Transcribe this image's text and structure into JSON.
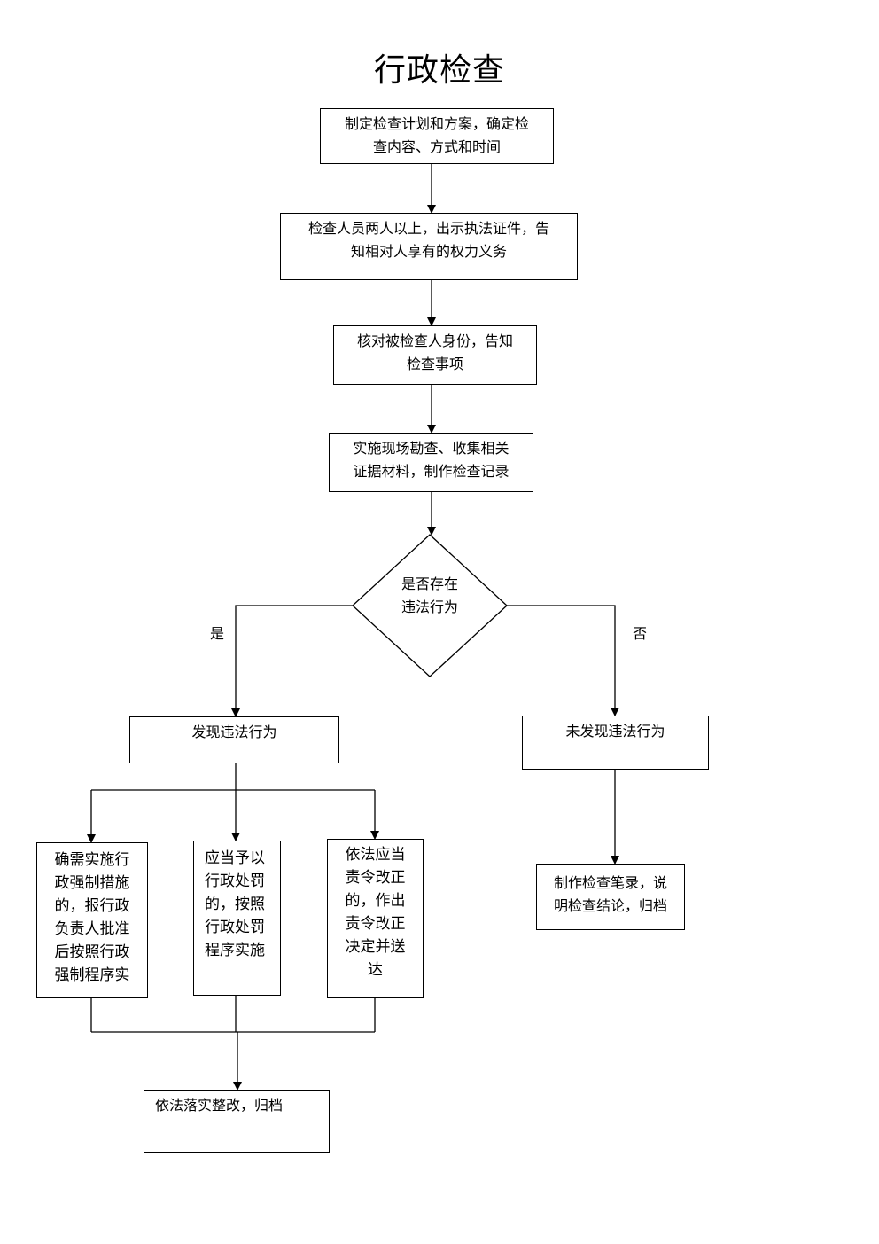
{
  "title": "行政检查",
  "steps": {
    "plan": "制定检查计划和方案，确定检\n查内容、方式和时间",
    "inspectors": "检查人员两人以上，出示执法证件，告\n知相对人享有的权力义务",
    "verify": "核对被检查人身份，告知\n检查事项",
    "survey": "实施现场勘查、收集相关\n证据材料，制作检查记录",
    "decision": "是否存在\n违法行为",
    "yes_label": "是",
    "no_label": "否",
    "found": "发现违法行为",
    "not_found": "未发现违法行为",
    "coercive": "确需实施行\n政强制措施\n的，报行政\n负责人批准\n后按照行政\n强制程序实",
    "penalty": "应当予以\n行政处罚\n的，按照\n行政处罚\n程序实施",
    "rectify_order": "依法应当\n责令改正\n的，作出\n责令改正\n决定并送\n达",
    "record": "制作检查笔录，说\n明检查结论，归档",
    "implement": "依法落实整改，归档"
  }
}
